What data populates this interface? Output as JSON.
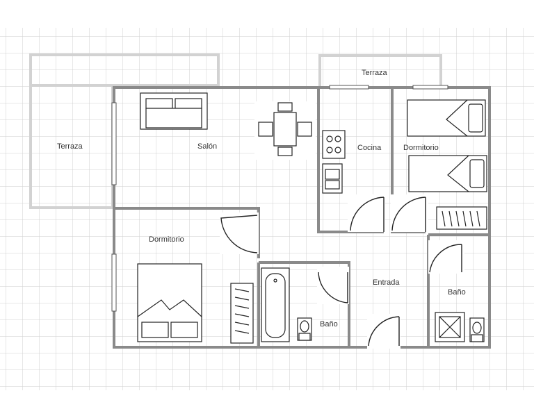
{
  "rooms": {
    "terraza_left": "Terraza",
    "terraza_top": "Terraza",
    "salon": "Salón",
    "cocina": "Cocina",
    "dormitorio_right": "Dormitorio",
    "dormitorio_left": "Dormitorio",
    "entrada": "Entrada",
    "bano_center": "Baño",
    "bano_right": "Baño"
  },
  "colors": {
    "grid": "#cfcfcf",
    "wall": "#8a8a8a",
    "terrace_outline": "#d2d2d2",
    "fixture_stroke": "#222222"
  }
}
